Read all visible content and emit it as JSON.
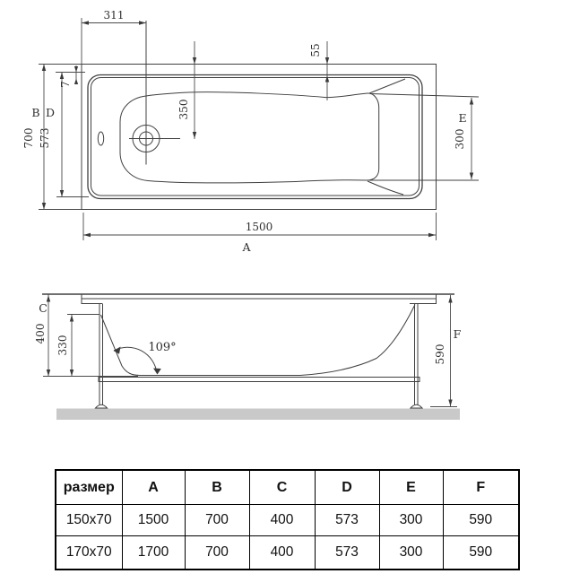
{
  "top_view": {
    "dim_311": "311",
    "dim_55": "55",
    "dim_7": "7",
    "label_B": "B",
    "label_D": "D",
    "dim_700": "700",
    "dim_573": "573",
    "dim_350": "350",
    "label_E": "E",
    "dim_300": "300",
    "dim_1500": "1500",
    "label_A": "A"
  },
  "side_view": {
    "label_C": "C",
    "dim_400": "400",
    "dim_330": "330",
    "angle": "109°",
    "label_F": "F",
    "dim_590": "590"
  },
  "table": {
    "headers": [
      "размер",
      "A",
      "B",
      "C",
      "D",
      "E",
      "F"
    ],
    "rows": [
      [
        "150x70",
        "1500",
        "700",
        "400",
        "573",
        "300",
        "590"
      ],
      [
        "170x70",
        "1700",
        "700",
        "400",
        "573",
        "300",
        "590"
      ]
    ]
  },
  "colors": {
    "line": "#404040",
    "floor_fill": "#c9c9c9",
    "table_border": "#000000"
  }
}
